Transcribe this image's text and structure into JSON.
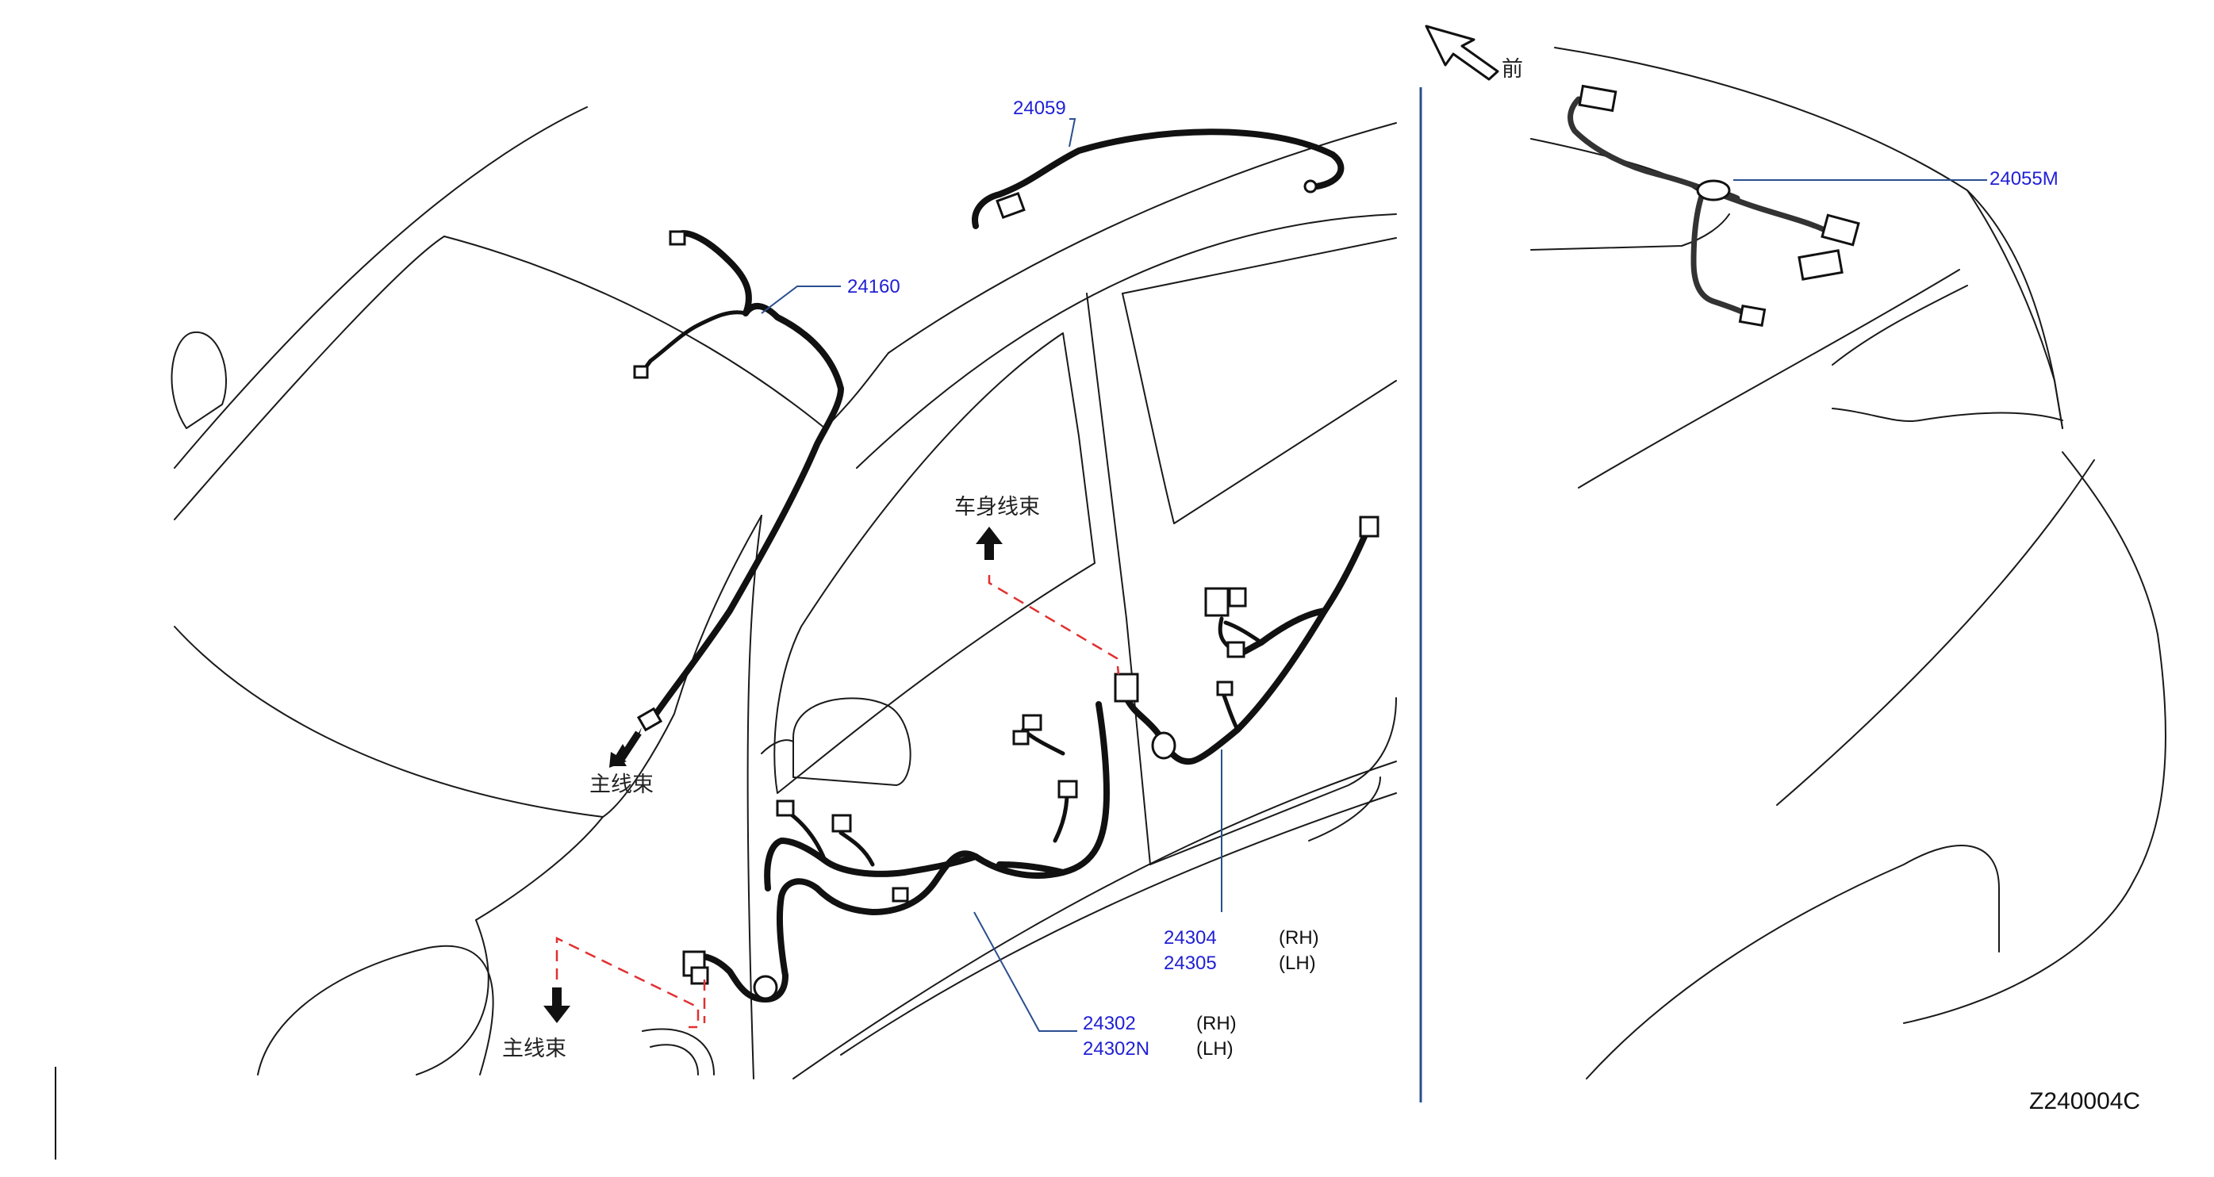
{
  "labels": {
    "front": "前",
    "main_harness_upper": "主线束",
    "main_harness_lower": "主线束",
    "body_harness": "车身线束"
  },
  "parts": {
    "p24059": "24059",
    "p24160": "24160",
    "p24055m": "24055M",
    "p24304": "24304",
    "p24304_side": "(RH)",
    "p24305": "24305",
    "p24305_side": "(LH)",
    "p24302": "24302",
    "p24302_side": "(RH)",
    "p24302n": "24302N",
    "p24302n_side": "(LH)"
  },
  "diagram_code": "Z240004C",
  "colors": {
    "part_number": "#1f1fd6",
    "leader_line": "#2a4f8f",
    "dashed_guide": "#e03030",
    "harness": "#111111"
  }
}
